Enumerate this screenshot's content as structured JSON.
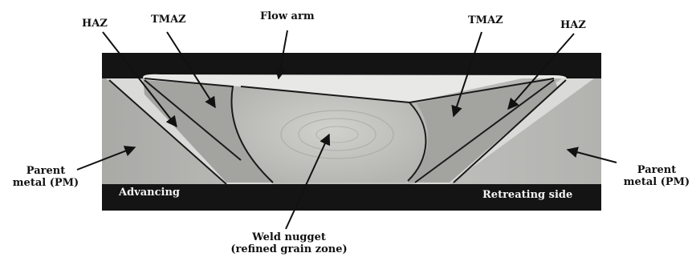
{
  "labels": {
    "haz_left": "HAZ",
    "tmaz_left": "TMAZ",
    "flow_arm": "Flow arm",
    "tmaz_right": "TMAZ",
    "haz_right": "HAZ",
    "parent_left_line1": "Parent",
    "parent_left_line2": "metal (PM)",
    "parent_right_line1": "Parent",
    "parent_right_line2": "metal (PM)",
    "advancing": "Advancing",
    "retreating": "Retreating side",
    "nugget_line1": "Weld nugget",
    "nugget_line2": "(refined grain zone)"
  },
  "colors": {
    "band": "#141414",
    "parent_metal": "#b9b9b6",
    "haz": "#dcdcda",
    "tmaz": "#9d9d99",
    "nugget": "#c6c6c2",
    "line": "#1a1a1a"
  }
}
